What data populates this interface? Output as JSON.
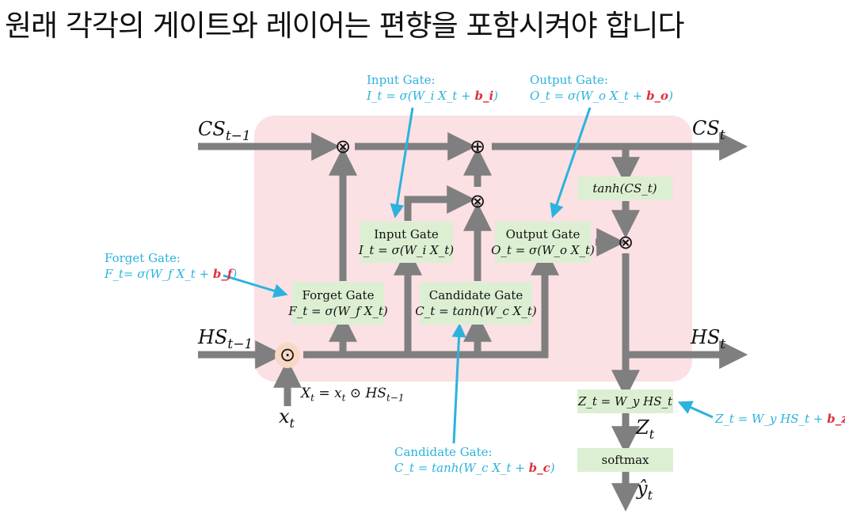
{
  "title": "원래 각각의 게이트와 레이어는 편향을 포함시켜야 합니다",
  "inputs": {
    "cs_prev": "CS",
    "cs_prev_sub": "t−1",
    "hs_prev": "HS",
    "hs_prev_sub": "t−1",
    "x": "x",
    "x_sub": "t",
    "x_concat": "X",
    "x_concat_eq_a": " = x",
    "x_concat_eq_b": " ⊙ HS",
    "sub_t": "t",
    "sub_tm1": "t−1"
  },
  "outputs": {
    "cs": "CS",
    "cs_sub": "t",
    "hs": "HS",
    "hs_sub": "t",
    "z": "Z",
    "z_sub": "t",
    "yhat": "ŷ",
    "yhat_sub": "t"
  },
  "operators": {
    "multiply": "⊗",
    "add": "⊕",
    "concat": "⊙"
  },
  "boxes": {
    "forget": {
      "name": "Forget Gate",
      "eq": "F_t = σ(W_f X_t)"
    },
    "input": {
      "name": "Input Gate",
      "eq": "I_t = σ(W_i X_t)"
    },
    "candidate": {
      "name": "Candidate Gate",
      "eq": "C_t = tanh(W_c X_t)"
    },
    "output": {
      "name": "Output Gate",
      "eq": "O_t = σ(W_o X_t)"
    },
    "tanh": {
      "eq": "tanh(CS_t)"
    },
    "z": {
      "eq": "Z_t = W_y HS_t"
    },
    "softmax": {
      "name": "softmax"
    }
  },
  "annotations": {
    "input": {
      "name": "Input Gate:",
      "eq": "I_t = σ(W_i X_t + ",
      "bias": "b_i",
      "close": ")"
    },
    "output": {
      "name": "Output Gate:",
      "eq": "O_t = σ(W_o X_t + ",
      "bias": "b_o",
      "close": ")"
    },
    "forget": {
      "name": "Forget Gate:",
      "eq": "F_t= σ(W_f X_t + ",
      "bias": "b_f",
      "close": ")"
    },
    "candidate": {
      "name": "Candidate Gate:",
      "eq": "C_t = tanh(W_c X_t + ",
      "bias": "b_c",
      "close": ")"
    },
    "z": {
      "eq": "Z_t = W_y HS_t + ",
      "bias": "b_z"
    }
  },
  "colors": {
    "cell_bg": "#fbe0e4",
    "box_bg": "#dcefd3",
    "arrow": "#7f7f7f",
    "annotation": "#2bb3dd",
    "bias": "#e03040"
  }
}
